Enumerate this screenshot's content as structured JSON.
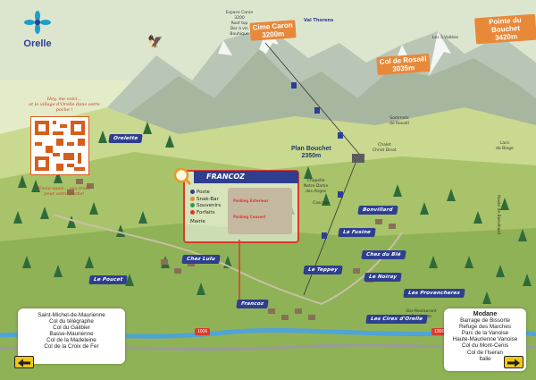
{
  "brand": {
    "name": "Orelle",
    "logo_color": "#2e3f8f",
    "accent": "#1aa0c8"
  },
  "peaks": [
    {
      "name": "Cime Caron",
      "alt": "3200m"
    },
    {
      "name": "Col de Rosaël",
      "alt": "3035m"
    },
    {
      "name": "Pointe du Bouchet",
      "alt": "3420m"
    }
  ],
  "top_resorts": {
    "caron_info": "Espace Caron 3200\nRoof top\nBar à vin\nBouhique",
    "val_thorens": "Val Thorens",
    "les3vallees": "Les 3 Vallées"
  },
  "plan_bouchet": {
    "name": "Plan Bouchet",
    "alt": "2350m"
  },
  "chalet": "Chalet\nChrist Dinot",
  "glacier_note": "Sommets\nde Rosaël",
  "lac_note": "Lacs\nde Biege",
  "chapelle": "Chapelle\nNotre Dame\ndes Anges",
  "cascade": "Cascade",
  "bar_restaurant": "Bar-Restaurant\nSupérette",
  "handwritten_top": "Hey, me voici...\net le village d'Orelle dans votre\npoche !",
  "handwritten_bottom": "Envie aussi... aux trails\npour votre poche!",
  "hamlets": [
    "Orelette",
    "Chez Lulu",
    "Le Poucet",
    "Francoz",
    "Le Teppey",
    "La Fusine",
    "Bonvillard",
    "Chez du Blé",
    "Le Noiray",
    "Les Provencheres",
    "Les Cirex d'Orelle"
  ],
  "francoz_card": {
    "title": "FRANCOZ",
    "legend": [
      {
        "label": "Poste",
        "color": "#2e3f8f"
      },
      {
        "label": "Snak-Bar",
        "color": "#e8893a"
      },
      {
        "label": "Souvenirs",
        "color": "#27a04b"
      },
      {
        "label": "Forfaits",
        "color": "#d93a2a"
      }
    ],
    "inner": [
      "Mairie",
      "Parking Exterieur",
      "Parking Couvert"
    ]
  },
  "road_signs": [
    "1006",
    "1006"
  ],
  "left_destinations": [
    "Saint-Michel-de-Maurienne",
    "Col du télégraphe",
    "Col du Galibier",
    "Basse-Maurienne",
    "Col de la Madeleine",
    "Col de la Croix de Fer"
  ],
  "right_destinations": [
    "Modane",
    "Barrage de Bissorte",
    "Refuge des Marches",
    "Parc de la Vanoise",
    "Haute-Maurienne Vanoise",
    "Col du Mont-Cenis",
    "Col de l'Iseran",
    "Italie"
  ],
  "side_label": "Route de Bonvillard",
  "bottom_label": "1006"
}
